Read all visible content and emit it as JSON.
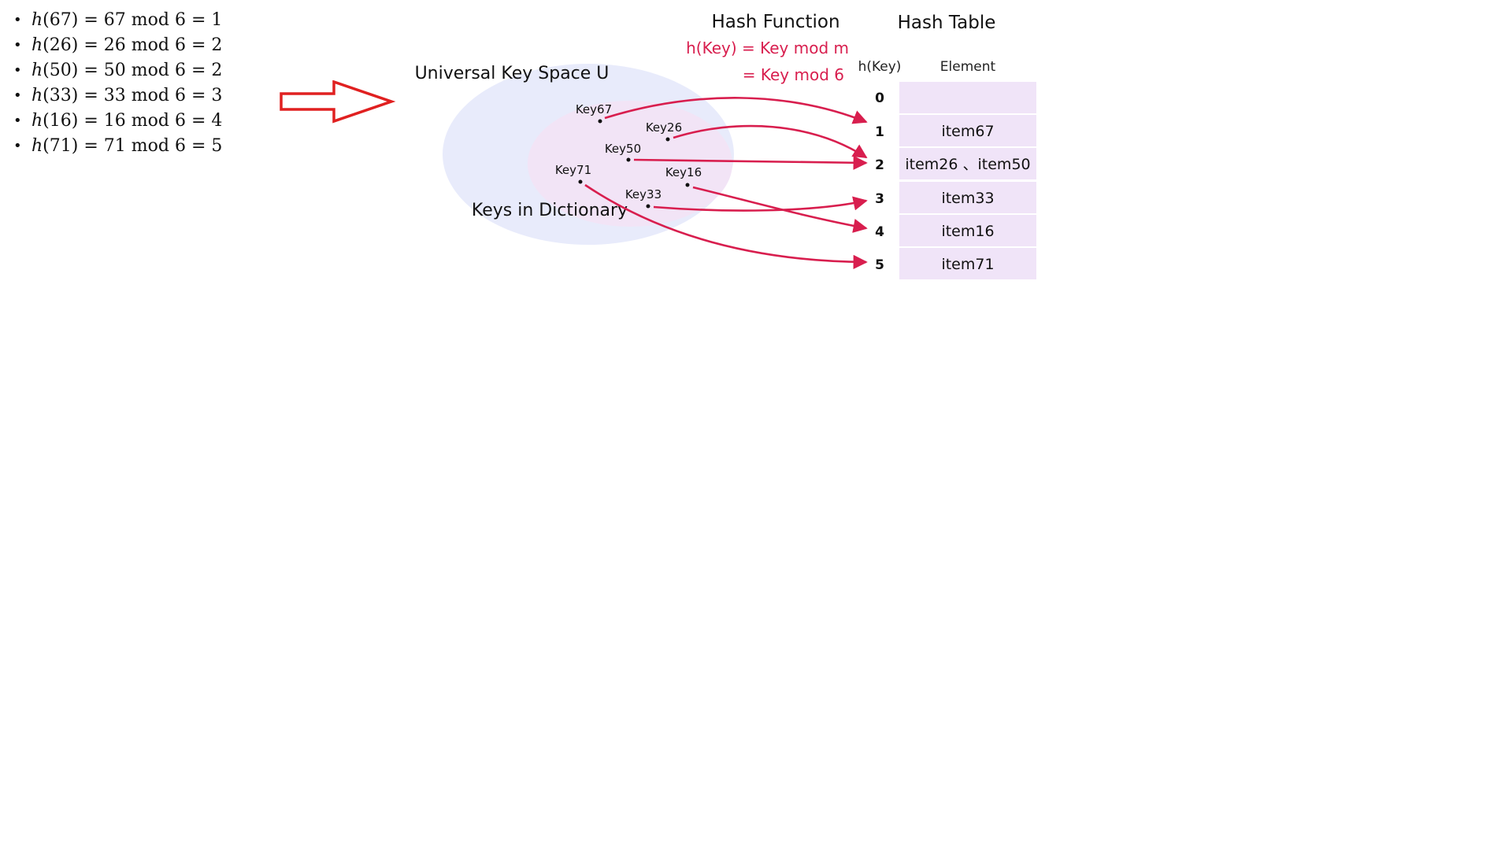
{
  "formulas": [
    {
      "fn": "h",
      "key": "67",
      "mod": "6",
      "result": "1"
    },
    {
      "fn": "h",
      "key": "26",
      "mod": "6",
      "result": "2"
    },
    {
      "fn": "h",
      "key": "50",
      "mod": "6",
      "result": "2"
    },
    {
      "fn": "h",
      "key": "33",
      "mod": "6",
      "result": "3"
    },
    {
      "fn": "h",
      "key": "16",
      "mod": "6",
      "result": "4"
    },
    {
      "fn": "h",
      "key": "71",
      "mod": "6",
      "result": "5"
    }
  ],
  "diagram": {
    "universe_label": "Universal Key Space U",
    "dictionary_label": "Keys in Dictionary",
    "hash_function_title": "Hash Function",
    "hash_function_line1": "h(Key) = Key mod m",
    "hash_function_line2": "= Key mod 6",
    "hash_table_title": "Hash Table",
    "col_hkey": "h(Key)",
    "col_element": "Element",
    "keys": [
      "Key67",
      "Key26",
      "Key50",
      "Key71",
      "Key16",
      "Key33"
    ],
    "rows": [
      {
        "index": "0",
        "element": ""
      },
      {
        "index": "1",
        "element": "item67"
      },
      {
        "index": "2",
        "element": "item26 、item50"
      },
      {
        "index": "3",
        "element": "item33"
      },
      {
        "index": "4",
        "element": "item16"
      },
      {
        "index": "5",
        "element": "item71"
      }
    ]
  },
  "colors": {
    "arrow_red": "#e02020",
    "edge_crimson": "#d81e4e",
    "formula_pink": "#d81e4e",
    "universe_fill": "#e8ebfb",
    "dictionary_fill": "#f2e4f6",
    "table_cell_fill": "#f0e4f8"
  }
}
